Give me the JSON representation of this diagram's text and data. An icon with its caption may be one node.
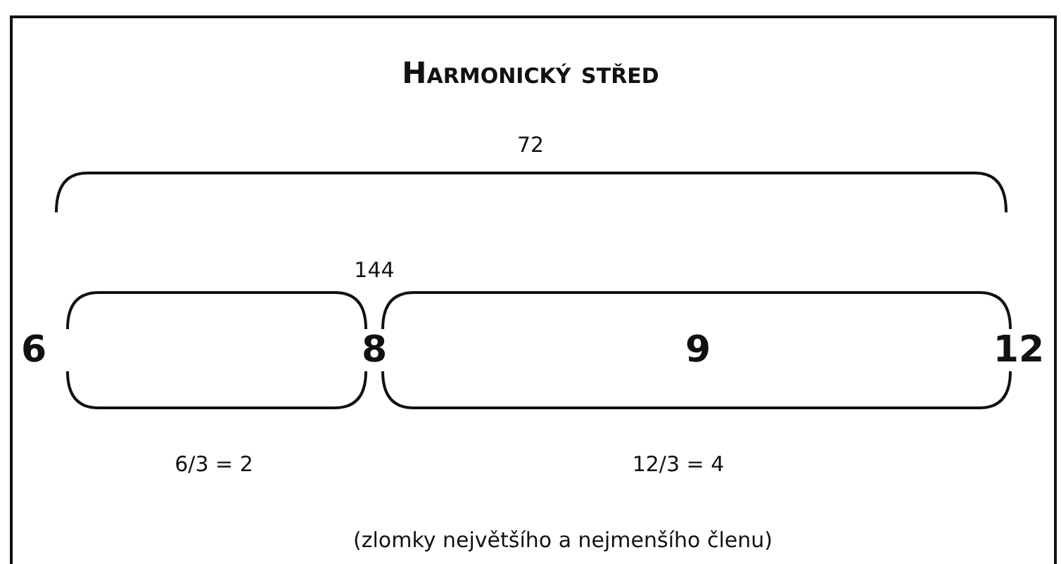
{
  "diagram": {
    "title": "Harmonický střed",
    "caption": "(zlomky největšího a nejmenšího členu)",
    "labels": [
      "72",
      "144",
      "6",
      "8",
      "9",
      "12",
      "6/3 = 2",
      "12/3 = 4"
    ]
  }
}
